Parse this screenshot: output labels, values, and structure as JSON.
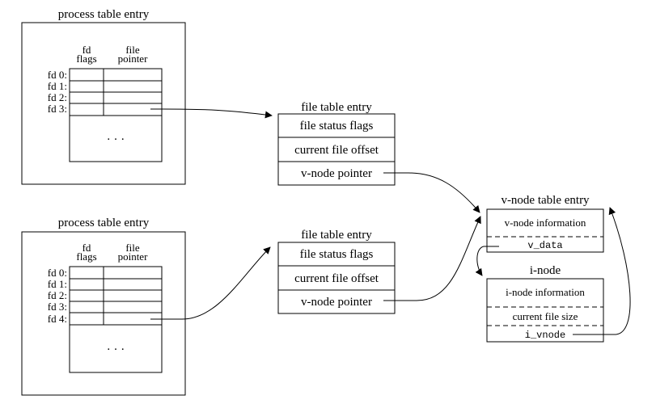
{
  "process_table_1": {
    "title": "process table entry",
    "col_fd_flags": [
      "fd",
      "flags"
    ],
    "col_file_pointer": [
      "file",
      "pointer"
    ],
    "fds": [
      "fd 0:",
      "fd 1:",
      "fd 2:",
      "fd 3:"
    ],
    "ellipsis": "· · ·"
  },
  "process_table_2": {
    "title": "process table entry",
    "col_fd_flags": [
      "fd",
      "flags"
    ],
    "col_file_pointer": [
      "file",
      "pointer"
    ],
    "fds": [
      "fd 0:",
      "fd 1:",
      "fd 2:",
      "fd 3:",
      "fd 4:"
    ],
    "ellipsis": "· · ·"
  },
  "file_table_1": {
    "title": "file table entry",
    "rows": [
      "file status flags",
      "current file offset",
      "v-node pointer"
    ]
  },
  "file_table_2": {
    "title": "file table entry",
    "rows": [
      "file status flags",
      "current file offset",
      "v-node pointer"
    ]
  },
  "vnode_table": {
    "title": "v-node table entry",
    "info": "v-node information",
    "v_data": "v_data"
  },
  "inode": {
    "title": "i-node",
    "info": "i-node information",
    "size": "current file size",
    "i_vnode": "i_vnode"
  }
}
